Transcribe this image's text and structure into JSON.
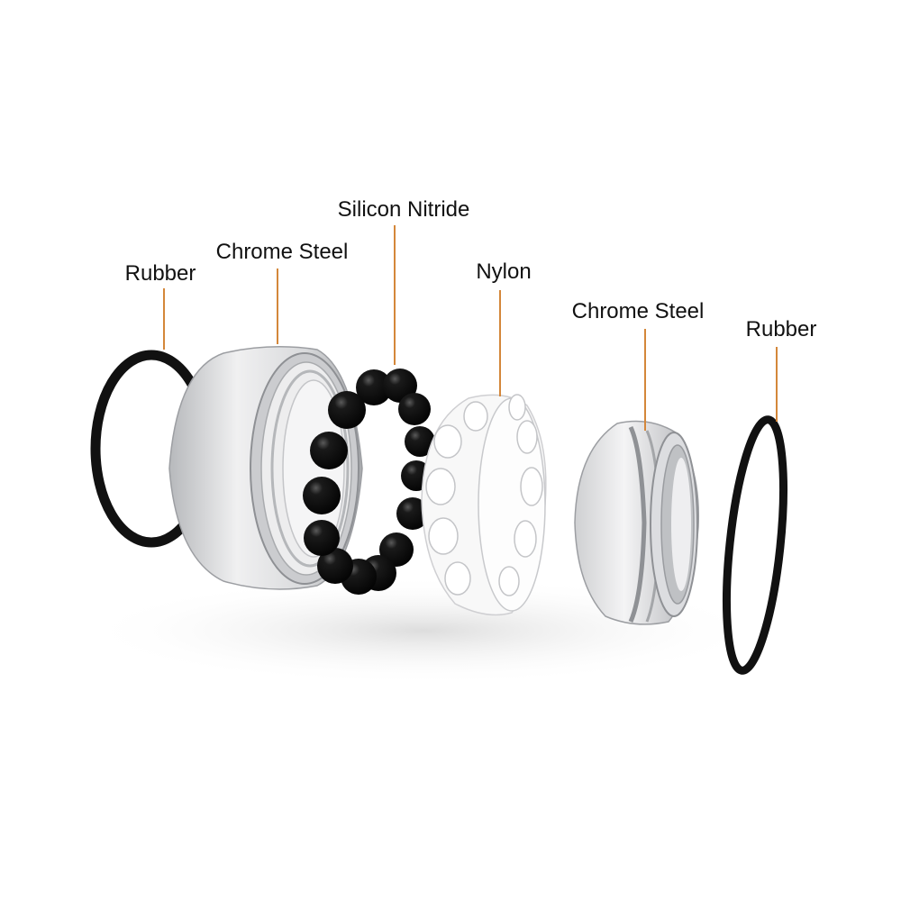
{
  "labels": {
    "outer_seal": "Rubber",
    "outer_race": "Chrome Steel",
    "balls": "Silicon Nitride",
    "cage": "Nylon",
    "inner_race": "Chrome Steel",
    "inner_seal": "Rubber"
  },
  "colors": {
    "leader_line": "#d4873a",
    "rubber": "#111111",
    "steel_light": "#e9e9ea",
    "steel_dark": "#9c9ea2",
    "ball": "#0e0e0e",
    "cage": "#f7f7f7",
    "cage_outline": "#cfcfd2"
  }
}
